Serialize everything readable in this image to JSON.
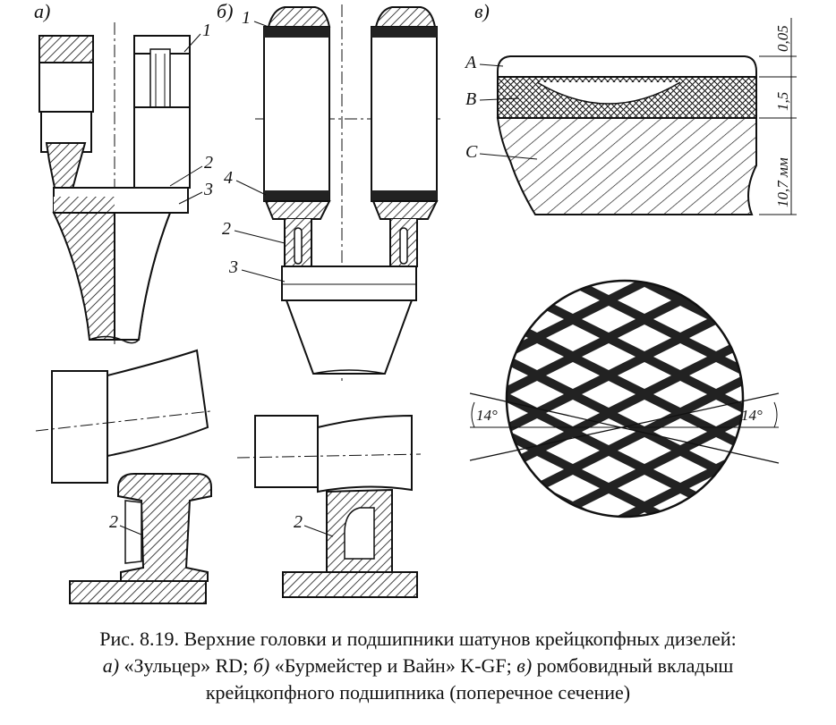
{
  "panels": {
    "a": "а)",
    "b": "б)",
    "c": "в)"
  },
  "callouts": {
    "a": {
      "n1": "1",
      "n2": "2",
      "n3": "3",
      "n2_lower": "2"
    },
    "b": {
      "n1": "1",
      "n2": "2",
      "n3": "3",
      "n4": "4",
      "n2_lower": "2"
    },
    "c": {
      "layer_a": "A",
      "layer_b": "B",
      "layer_c": "C"
    }
  },
  "dimensions": {
    "d1": "0,05",
    "d2": "1,5",
    "d3": "10,7 мм",
    "angle_left": "14°",
    "angle_right": "14°"
  },
  "caption": {
    "line1": "Рис. 8.19. Верхние головки и подшипники шатунов крейцкопфных дизелей:",
    "a_tag": "а)",
    "a_text": " «Зульцер» RD; ",
    "b_tag": "б)",
    "b_text": " «Бурмейстер и Вайн» K-GF; ",
    "c_tag": "в)",
    "c_text": " ромбовидный вкладыш",
    "line3": "крейцкопфного подшипника (поперечное сечение)"
  }
}
